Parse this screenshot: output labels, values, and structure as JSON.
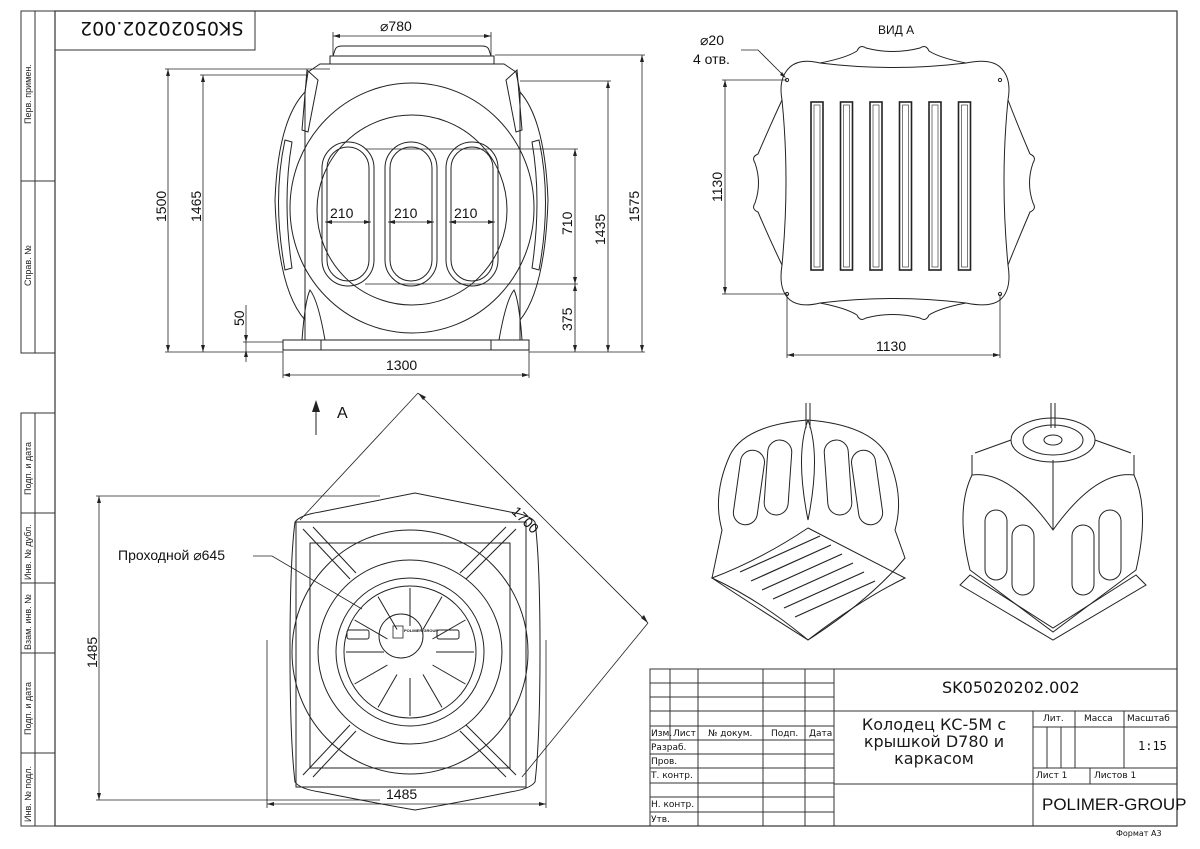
{
  "document": {
    "designation": "SK05020202.002",
    "designation_mirrored": "SK05020202.002",
    "title_lines": [
      "Колодец КС-5М с",
      "крышкой D780 и",
      "каркасом"
    ],
    "company": "POLIMER-GROUP",
    "format": "Формат А3",
    "scale_label": "Масштаб",
    "scale": "1:15",
    "lit_label": "Лит.",
    "mass_label": "Масса",
    "sheet_label": "Лист 1",
    "sheets_label": "Листов 1"
  },
  "title_block": {
    "columns": [
      "Изм.",
      "Лист",
      "№ докум.",
      "Подп.",
      "Дата"
    ],
    "rows": [
      "Разраб.",
      "Пров.",
      "Т. контр.",
      "",
      "Н. контр.",
      "Утв."
    ]
  },
  "side_strip": {
    "top": [
      "Перв. примен.",
      "Справ. №"
    ],
    "bottom": [
      "Подп. и дата",
      "Инв. № дубл.",
      "Взам. инв. №",
      "Подп. и дата",
      "Инв. № подл."
    ]
  },
  "front_view": {
    "dims": {
      "top_diameter": "⌀780",
      "height_total": "1500",
      "height_body": "1465",
      "base": "50",
      "width_base": "1300",
      "opening_width_1": "210",
      "opening_width_2": "210",
      "opening_width_3": "210",
      "opening_height": "710",
      "opening_offset": "375",
      "height_1435": "1435",
      "height_1575": "1575"
    }
  },
  "view_a": {
    "label": "ВИД А",
    "hole_note_line1": "⌀20",
    "hole_note_line2": "4 отв.",
    "dim_vertical": "1130",
    "dim_horizontal": "1130",
    "slot_count": 6
  },
  "plan_view": {
    "view_arrow_label": "A",
    "passage_note": "Проходной ⌀645",
    "dim_diagonal": "1700",
    "dim_vertical": "1485",
    "dim_horizontal": "1485",
    "logo_text": "POLIMER GROUP"
  },
  "isometric_views": [
    "bottom-isometric",
    "top-isometric"
  ]
}
